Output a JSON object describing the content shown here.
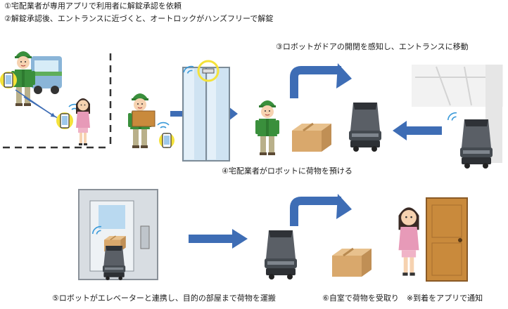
{
  "steps": {
    "step1": "①宅配業者が専用アプリで利用者に解錠承認を依頼",
    "step2": "②解錠承認後、エントランスに近づくと、オートロックがハンズフリーで解錠",
    "step3": "③ロボットがドアの開閉を感知し、エントランスに移動",
    "step4": "④宅配業者がロボットに荷物を預ける",
    "step5": "⑤ロボットがエレベーターと連携し、目的の部屋まで荷物を運搬",
    "step6": "⑥自室で荷物を受取り　※到着をアプリで通知"
  },
  "colors": {
    "arrow_blue": "#3e6db5",
    "uniform_green": "#3a8f3c",
    "box_tan": "#d9a86c",
    "robot_gray": "#5a5f66",
    "door_brown": "#c98a3c",
    "highlight_yellow": "#f4e23a"
  },
  "icons": [
    "smartphone-icon",
    "wifi-signal-icon",
    "autolock-sensor-icon",
    "delivery-worker",
    "resident-woman",
    "delivery-robot",
    "cardboard-box",
    "elevator",
    "apartment-door",
    "delivery-truck"
  ]
}
